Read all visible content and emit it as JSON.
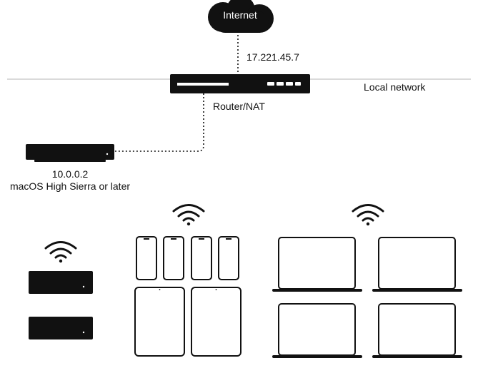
{
  "internet": {
    "label": "Internet"
  },
  "wan": {
    "ip": "17.221.45.7"
  },
  "network": {
    "label": "Local network"
  },
  "router": {
    "label": "Router/NAT"
  },
  "server": {
    "ip": "10.0.0.2",
    "requirement": "macOS High Sierra or later"
  },
  "clients": {
    "mini_count": 2,
    "iphone_count": 4,
    "ipad_count": 2,
    "mac_count": 4
  },
  "colors": {
    "device": "#111111",
    "line": "#b5b5b5",
    "background": "#ffffff"
  }
}
